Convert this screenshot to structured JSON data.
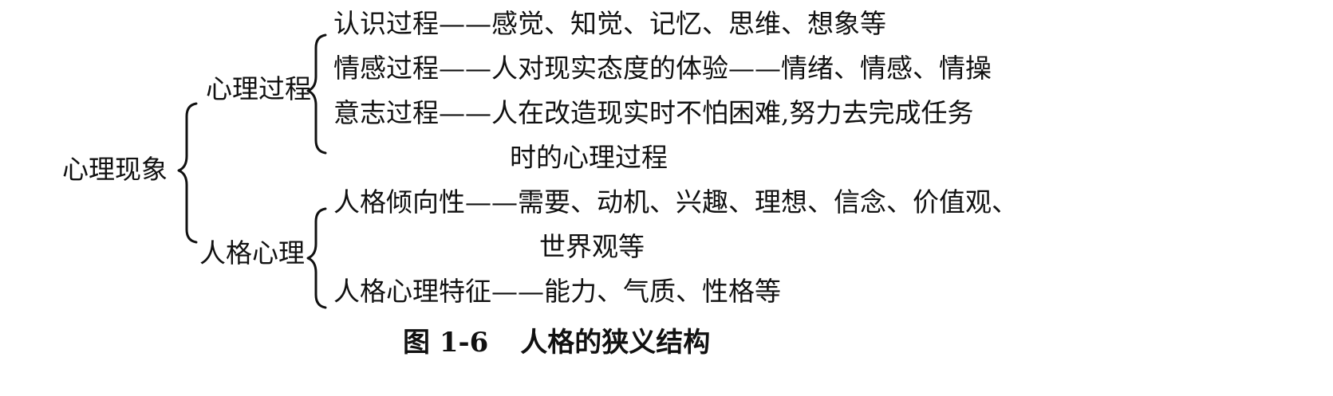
{
  "diagram": {
    "root": "心理现象",
    "branches": [
      {
        "label": "心理过程",
        "items": [
          {
            "name": "认识过程",
            "sep": "——",
            "desc": "感觉、知觉、记忆、思维、想象等"
          },
          {
            "name": "情感过程",
            "sep": "——",
            "desc": "人对现实态度的体验——情绪、情感、情操"
          },
          {
            "name": "意志过程",
            "sep": "——",
            "desc": "人在改造现实时不怕困难,努力去完成任务",
            "desc_cont": "时的心理过程"
          }
        ]
      },
      {
        "label": "人格心理",
        "items": [
          {
            "name": "人格倾向性",
            "sep": "——",
            "desc": "需要、动机、兴趣、理想、信念、价值观、",
            "desc_cont": "世界观等"
          },
          {
            "name": "人格心理特征",
            "sep": "——",
            "desc": "能力、气质、性格等"
          }
        ]
      }
    ],
    "caption": {
      "number": "图 1-6",
      "title": "人格的狭义结构"
    }
  }
}
